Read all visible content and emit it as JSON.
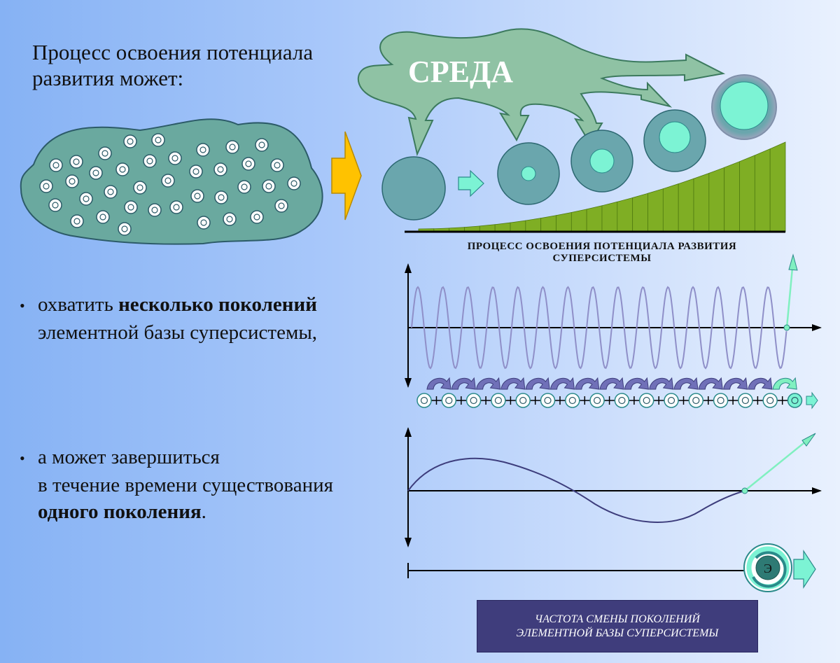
{
  "title": {
    "line1": "Процесс освоения потенциала",
    "line2": "развития может:"
  },
  "environment_label": "СРЕДА",
  "process_caption": {
    "line1": "ПРОЦЕСС ОСВОЕНИЯ ПОТЕНЦИАЛА РАЗВИТИЯ",
    "line2": "СУПЕРСИСТЕМЫ"
  },
  "bullet1": {
    "marker": "•",
    "pre": "охватить ",
    "bold": "несколько поколений",
    "line2": "элементной базы суперсистемы,"
  },
  "bullet2": {
    "marker": "•",
    "line1": "а может завершиться",
    "line2": "в течение времени существования",
    "bold": "одного поколения",
    "post": "."
  },
  "system_label": "Э",
  "frequency_box": {
    "line1": "ЧАСТОТА СМЕНЫ ПОКОЛЕНИЙ",
    "line2": "ЭЛЕМЕНТНОЙ БАЗЫ СУПЕРСИСТЕМЫ"
  },
  "colors": {
    "blob": "#6aa99f",
    "cloud": "#8fc2a4",
    "circle": "#6aa6ad",
    "core": "#7cf3d4",
    "bar_fill": "#7fae24",
    "wave_fast": "#8f8fc8",
    "wave_slow": "#3d3d7c",
    "cycle_arrow": "#7070b8",
    "accent_arrow": "#80f0c0",
    "yellow_arrow": "#ffc200",
    "box": "#3f3d7c"
  }
}
